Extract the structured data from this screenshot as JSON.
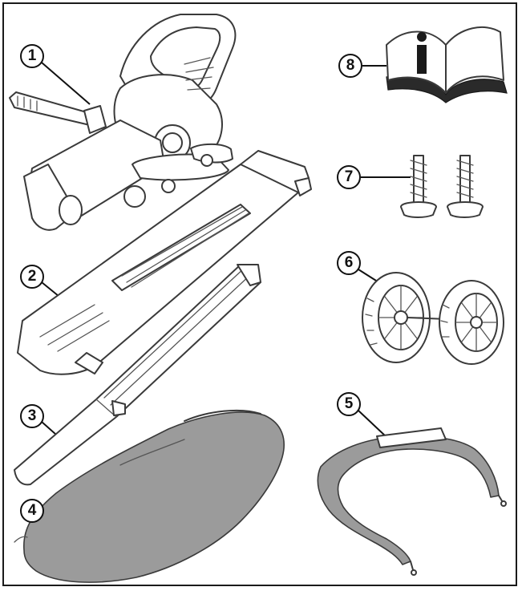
{
  "diagram": {
    "colors": {
      "line": "#3a3a3a",
      "fill_gray": "#9b9b9b",
      "outline": "#1a1a1a"
    },
    "parts": [
      {
        "id": "1",
        "label": "1",
        "item": "blower-vacuum-body"
      },
      {
        "id": "2",
        "label": "2",
        "item": "upper-tube"
      },
      {
        "id": "3",
        "label": "3",
        "item": "lower-tube"
      },
      {
        "id": "4",
        "label": "4",
        "item": "collection-bag"
      },
      {
        "id": "5",
        "label": "5",
        "item": "shoulder-strap"
      },
      {
        "id": "6",
        "label": "6",
        "item": "wheels"
      },
      {
        "id": "7",
        "label": "7",
        "item": "screws"
      },
      {
        "id": "8",
        "label": "8",
        "item": "instruction-manual",
        "icon_letter": "i"
      }
    ]
  }
}
